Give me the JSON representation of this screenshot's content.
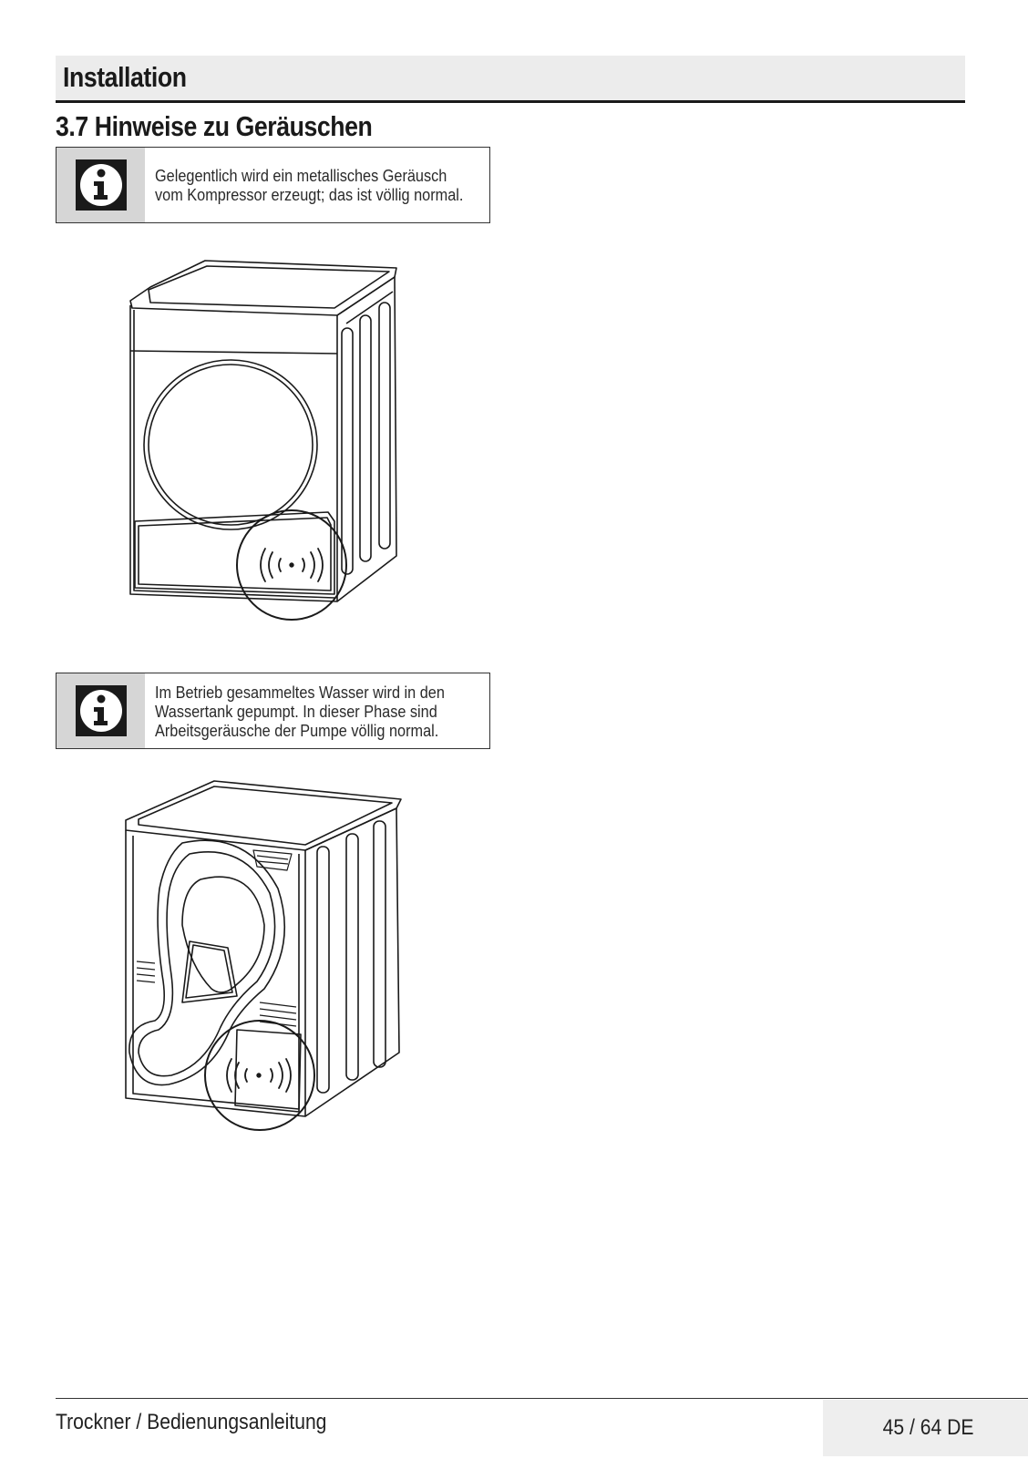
{
  "header": {
    "section": "Installation"
  },
  "subsection": {
    "title": "3.7 Hinweise zu Geräuschen"
  },
  "notes": [
    {
      "text": "Gelegentlich wird ein metallisches Geräusch\nvom Kompressor erzeugt; das ist völlig normal.",
      "icon": "info-icon"
    },
    {
      "text": "Im Betrieb gesammeltes Wasser wird in den\nWassertank gepumpt. In dieser Phase sind\nArbeitsgeräusche der Pumpe völlig normal.",
      "icon": "info-icon"
    }
  ],
  "illustrations": [
    {
      "name": "dryer-front-view",
      "icon": "sound-waves-icon"
    },
    {
      "name": "dryer-rear-view",
      "icon": "sound-waves-icon"
    }
  ],
  "footer": {
    "manual": "Trockner / Bedienungsanleitung",
    "page": "45 / 64  DE"
  }
}
